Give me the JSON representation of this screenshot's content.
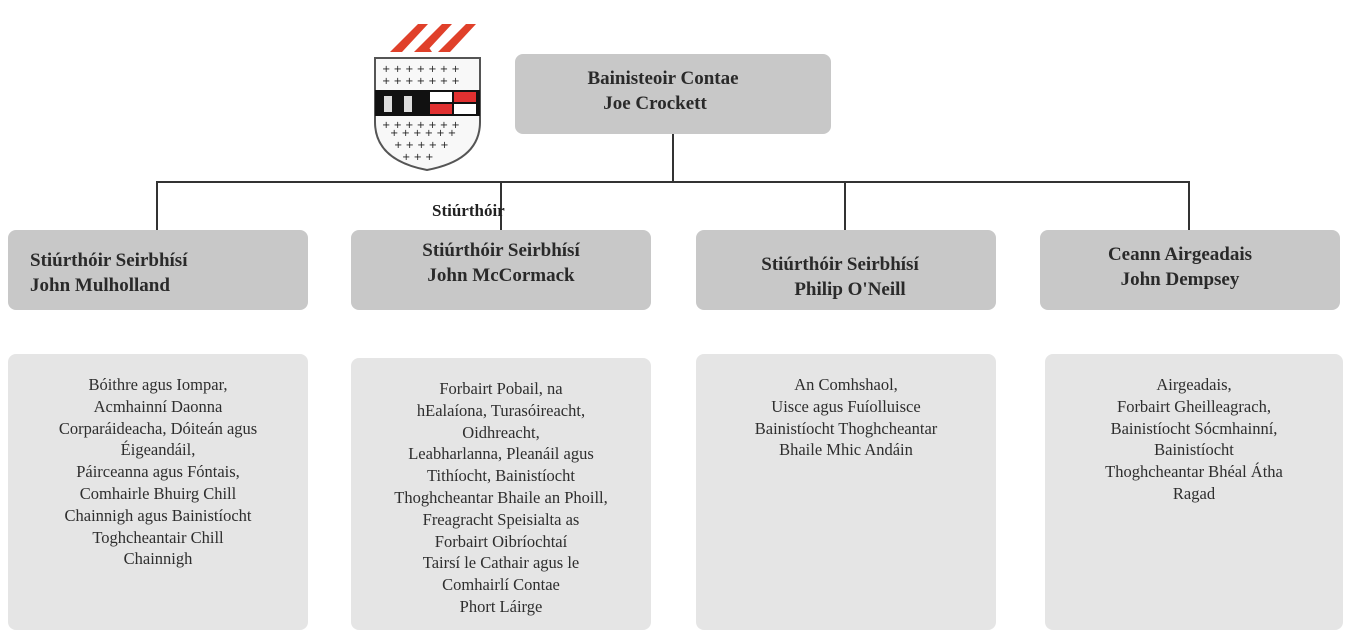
{
  "top": {
    "line1": "Bainisteoir Contae",
    "line2": "Joe Crockett"
  },
  "stray_label": "Stiúrthóir",
  "directors": [
    {
      "line1": "Stiúrthóir Seirbhísí",
      "line2": "John Mulholland"
    },
    {
      "line1": "Stiúrthóir Seirbhísí",
      "line2": "John McCormack"
    },
    {
      "line1": "Stiúrthóir Seirbhísí",
      "line2": "Philip O'Neill"
    },
    {
      "line1": "Ceann Airgeadais",
      "line2": "John Dempsey"
    }
  ],
  "responsibilities": [
    [
      "Bóithre agus Iompar,",
      "Acmhainní Daonna",
      "Corparáideacha, Dóiteán agus",
      "Éigeandáil,",
      "Páirceanna agus Fóntais,",
      "Comhairle Bhuirg Chill",
      "Chainnigh agus Bainistíocht",
      "Toghcheantair Chill",
      "Chainnigh"
    ],
    [
      "Forbairt Pobail, na",
      "hEalaíona, Turasóireacht,",
      "Oidhreacht,",
      "Leabharlanna, Pleanáil agus",
      "Tithíocht, Bainistíocht",
      "Thoghcheantar Bhaile an Phoill,",
      "Freagracht Speisialta as",
      "Forbairt Oibríochtaí",
      "Tairsí le Cathair agus le",
      "Comhairlí Contae",
      "Phort Láirge"
    ],
    [
      "An Comhshaol,",
      "Uisce agus Fuíolluisce",
      "Bainistíocht Thoghcheantar",
      "Bhaile Mhic Andáin"
    ],
    [
      "Airgeadais,",
      "Forbairt Gheilleagrach,",
      "Bainistíocht Sócmhainní,",
      "Bainistíocht",
      "Thoghcheantar Bhéal Átha",
      "Ragad"
    ]
  ],
  "colors": {
    "box": "#c8c8c8",
    "desc_box": "#e5e5e5",
    "line": "#333333",
    "logo_red": "#e0402a"
  }
}
